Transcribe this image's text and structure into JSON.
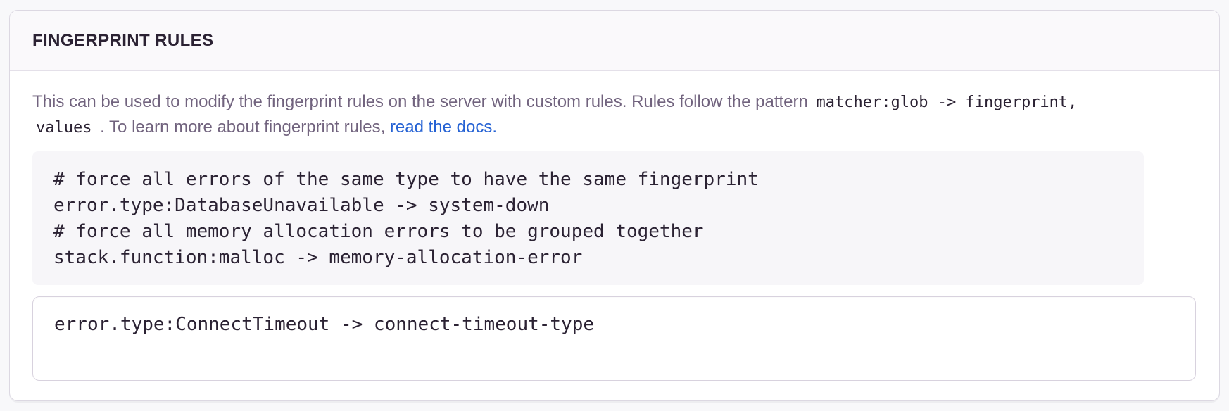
{
  "panel": {
    "title": "FINGERPRINT RULES"
  },
  "description": {
    "intro": "This can be used to modify the fingerprint rules on the server with custom rules. Rules follow the pattern ",
    "pattern_code_line1": "matcher:glob -> fingerprint,",
    "pattern_code_line2": "values",
    "middle": " . To learn more about fingerprint rules, ",
    "link_label": "read the docs."
  },
  "code_example": {
    "lines": [
      "# force all errors of the same type to have the same fingerprint",
      "error.type:DatabaseUnavailable -> system-down",
      "# force all memory allocation errors to be grouped together",
      "stack.function:malloc -> memory-allocation-error"
    ]
  },
  "editor": {
    "value": "error.type:ConnectTimeout -> connect-timeout-type"
  },
  "colors": {
    "heading_text": "#2b2233",
    "body_text": "#71637e",
    "link": "#2562d4",
    "code_block_bg": "#f7f6f9",
    "panel_border": "#dcd8e2"
  }
}
